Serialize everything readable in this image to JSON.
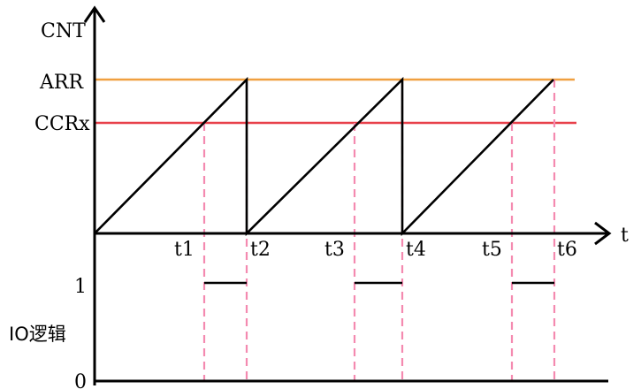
{
  "labels": {
    "y_axis": "CNT",
    "x_axis": "t",
    "arr": "ARR",
    "ccr": "CCRx",
    "io_high": "1",
    "io_axis": "IO逻辑",
    "io_low": "0"
  },
  "time_labels": [
    "t1",
    "t2",
    "t3",
    "t4",
    "t5",
    "t6"
  ],
  "colors": {
    "axis": "#000000",
    "arr_line": "#f0a040",
    "ccr_line": "#e8404a",
    "sawtooth": "#000000",
    "guide": "#f48ab0",
    "io_pulse": "#000000"
  }
}
